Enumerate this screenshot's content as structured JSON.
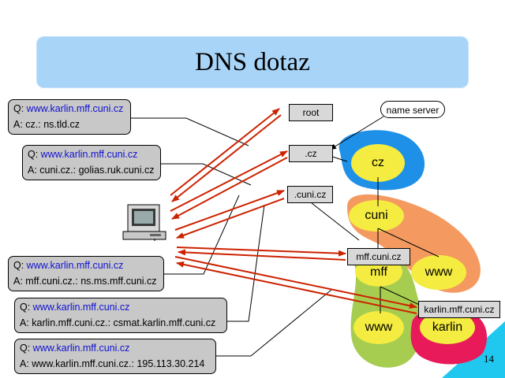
{
  "title": "DNS dotaz",
  "page_number": "14",
  "name_server_label": "name server",
  "servers": {
    "root": "root",
    "cz": ".cz",
    "cuni": ".cuni.cz",
    "mff": "mff.cuni.cz",
    "karlin": "karlin.mff.cuni.cz"
  },
  "zones": {
    "cz": "cz",
    "cuni": "cuni",
    "mff": "mff",
    "www_cuni": "www",
    "www_mff": "www",
    "karlin": "karlin"
  },
  "queries": [
    {
      "q_prefix": "Q: ",
      "q_url": "www.karlin.mff.cuni.cz",
      "answer": "A: cz.: ns.tld.cz"
    },
    {
      "q_prefix": "Q: ",
      "q_url": "www.karlin.mff.cuni.cz",
      "answer": "A: cuni.cz.: golias.ruk.cuni.cz"
    },
    {
      "q_prefix": "Q: ",
      "q_url": "www.karlin.mff.cuni.cz",
      "answer": "A: mff.cuni.cz.: ns.ms.mff.cuni.cz"
    },
    {
      "q_prefix": "Q: ",
      "q_url": "www.karlin.mff.cuni.cz",
      "answer": "A: karlin.mff.cuni.cz.: csmat.karlin.mff.cuni.cz"
    },
    {
      "q_prefix": "Q: ",
      "q_url": "www.karlin.mff.cuni.cz",
      "answer": "A: www.karlin.mff.cuni.cz.: 195.113.30.214"
    }
  ],
  "colors": {
    "arrow": "#cc2200",
    "title_bg": "#a8d4f8",
    "zone_cz": "#1e90e8",
    "zone_cuni": "#f49a60",
    "zone_mff": "#a6cc50",
    "zone_karlin": "#e81a5a",
    "zone_inner": "#f4ec40",
    "corner": "#20c8f0"
  },
  "icons": [
    "computer-icon"
  ]
}
